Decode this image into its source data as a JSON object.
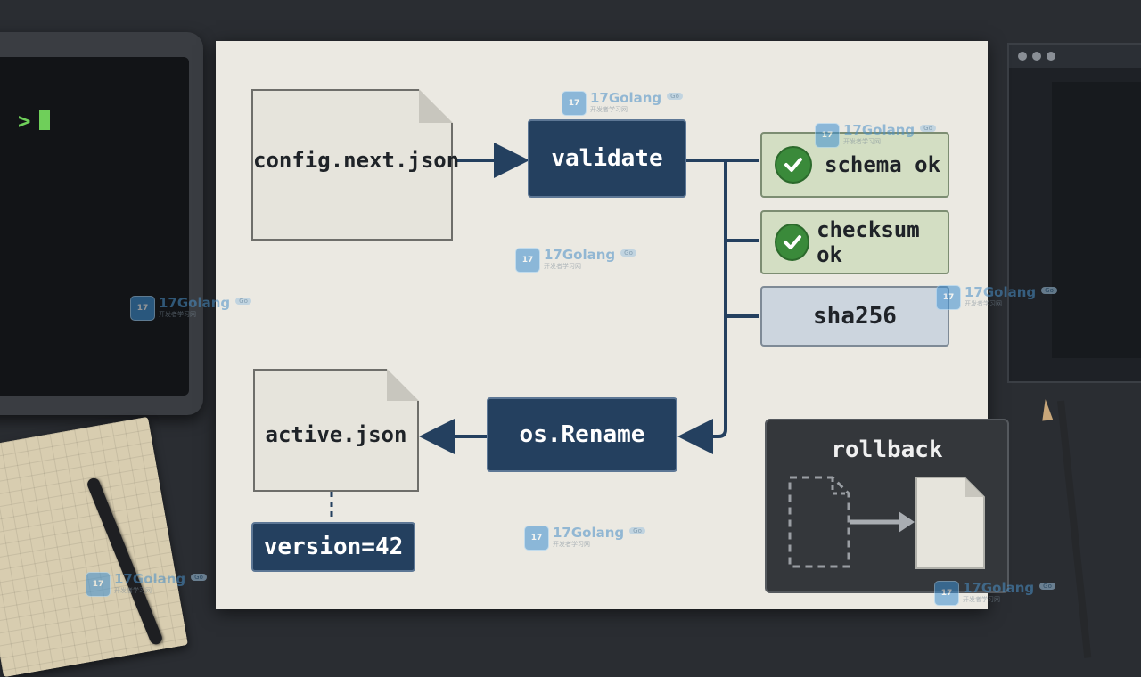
{
  "terminal": {
    "prompt": ">"
  },
  "nodes": {
    "config_file": "config.next.json",
    "validate": "validate",
    "schema_check": "schema ok",
    "checksum_check": "checksum ok",
    "hash": "sha256",
    "rename": "os.Rename",
    "active_file": "active.json",
    "version": "version=42",
    "rollback": "rollback"
  },
  "watermark": {
    "name": "17Golang",
    "sub": "开发者学习网",
    "badge": "Go",
    "logo": "17"
  },
  "colors": {
    "navy": "#24405f",
    "check_green": "#3a8a3a",
    "paper": "#ebe9e2",
    "connector": "#24405f"
  },
  "icons": [
    "check-icon",
    "arrow-right-icon",
    "arrow-left-icon",
    "document-icon",
    "dashed-document-icon"
  ]
}
